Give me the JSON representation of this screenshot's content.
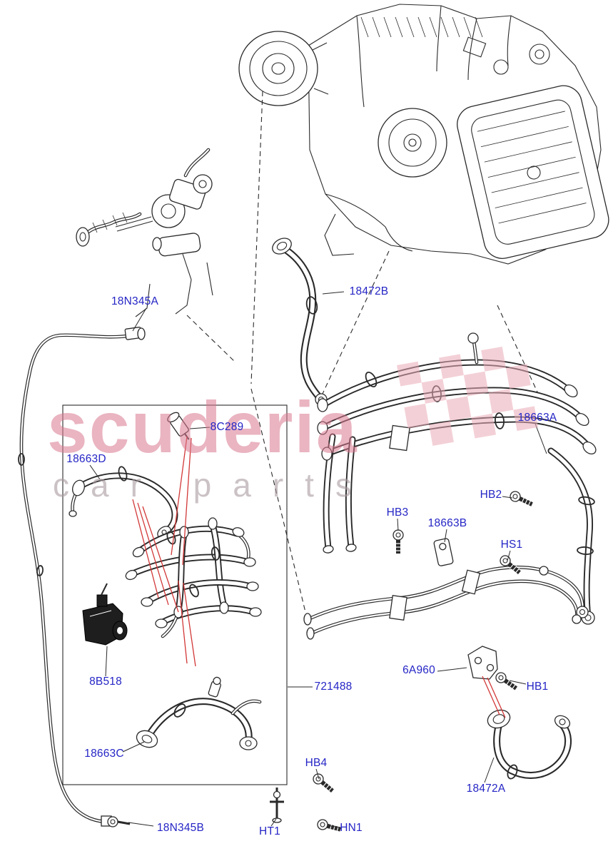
{
  "watermark": {
    "brand": "scuderia",
    "tagline": "car parts"
  },
  "colors": {
    "part_label": "#2525c6",
    "red_leader": "#d23737",
    "line": "#2a2a2a",
    "watermark_pink": "#d9778e",
    "watermark_gray": "#a89aa0"
  },
  "labels": [
    "18N345A",
    "18472B",
    "8C289",
    "18663D",
    "18663A",
    "HB2",
    "HB3",
    "18663B",
    "HS1",
    "8B518",
    "721488",
    "6A960",
    "HB1",
    "18663C",
    "HB4",
    "18472A",
    "18N345B",
    "HT1",
    "HN1"
  ]
}
